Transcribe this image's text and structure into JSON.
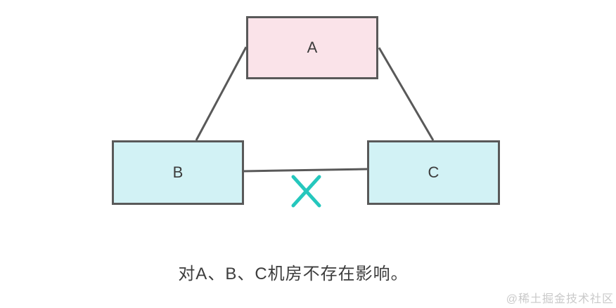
{
  "diagram": {
    "nodes": [
      {
        "id": "A",
        "label": "A",
        "fill": "#fae3e9"
      },
      {
        "id": "B",
        "label": "B",
        "fill": "#d2f2f5"
      },
      {
        "id": "C",
        "label": "C",
        "fill": "#d2f2f5"
      }
    ],
    "edges": [
      {
        "from": "A",
        "to": "B",
        "status": "ok"
      },
      {
        "from": "A",
        "to": "C",
        "status": "ok"
      },
      {
        "from": "B",
        "to": "C",
        "status": "broken"
      }
    ],
    "caption": "对A、B、C机房不存在影响。"
  },
  "watermark": "@稀土掘金技术社区",
  "colors": {
    "node_border": "#595959",
    "connector": "#595959",
    "broken_x": "#25c7bd",
    "caption_text": "#3d3d3d",
    "watermark_text": "#c9c9c9"
  }
}
